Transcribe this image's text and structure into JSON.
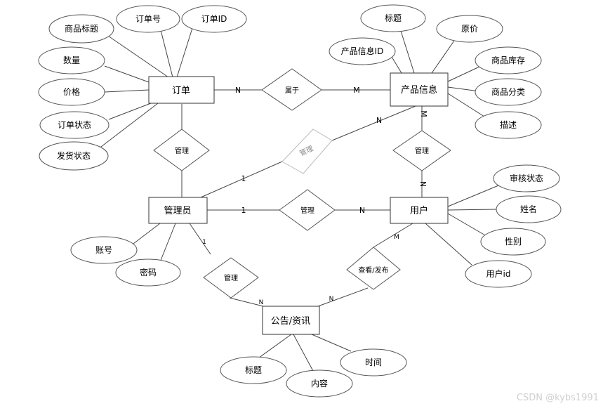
{
  "entities": {
    "order": "订单",
    "product": "产品信息",
    "admin": "管理员",
    "user": "用户",
    "notice": "公告/资讯"
  },
  "attributes": {
    "order": [
      "商品标题",
      "订单号",
      "订单ID",
      "数量",
      "价格",
      "订单状态",
      "发货状态"
    ],
    "product": [
      "标题",
      "原价",
      "产品信息ID",
      "商品库存",
      "商品分类",
      "描述"
    ],
    "user": [
      "审核状态",
      "姓名",
      "性别",
      "用户id"
    ],
    "admin": [
      "账号",
      "密码"
    ],
    "notice": [
      "标题",
      "内容",
      "时间"
    ]
  },
  "relationships": {
    "belongs": "属于",
    "manage_order": "管理",
    "manage_product": "管理",
    "manage_product_user": "管理",
    "manage_user": "管理",
    "manage_notice": "管理",
    "view_publish": "查看/发布"
  },
  "cardinality": {
    "order_belongs": "N",
    "belongs_product": "M",
    "admin_product": "1",
    "product_admin": "N",
    "product_rel": "M",
    "rel_user": "N",
    "admin_user": "1",
    "user_admin": "N",
    "admin_notice": "1",
    "notice_admin": "N",
    "notice_user": "N",
    "user_notice": "M"
  },
  "watermark": "CSDN @kybs1991"
}
